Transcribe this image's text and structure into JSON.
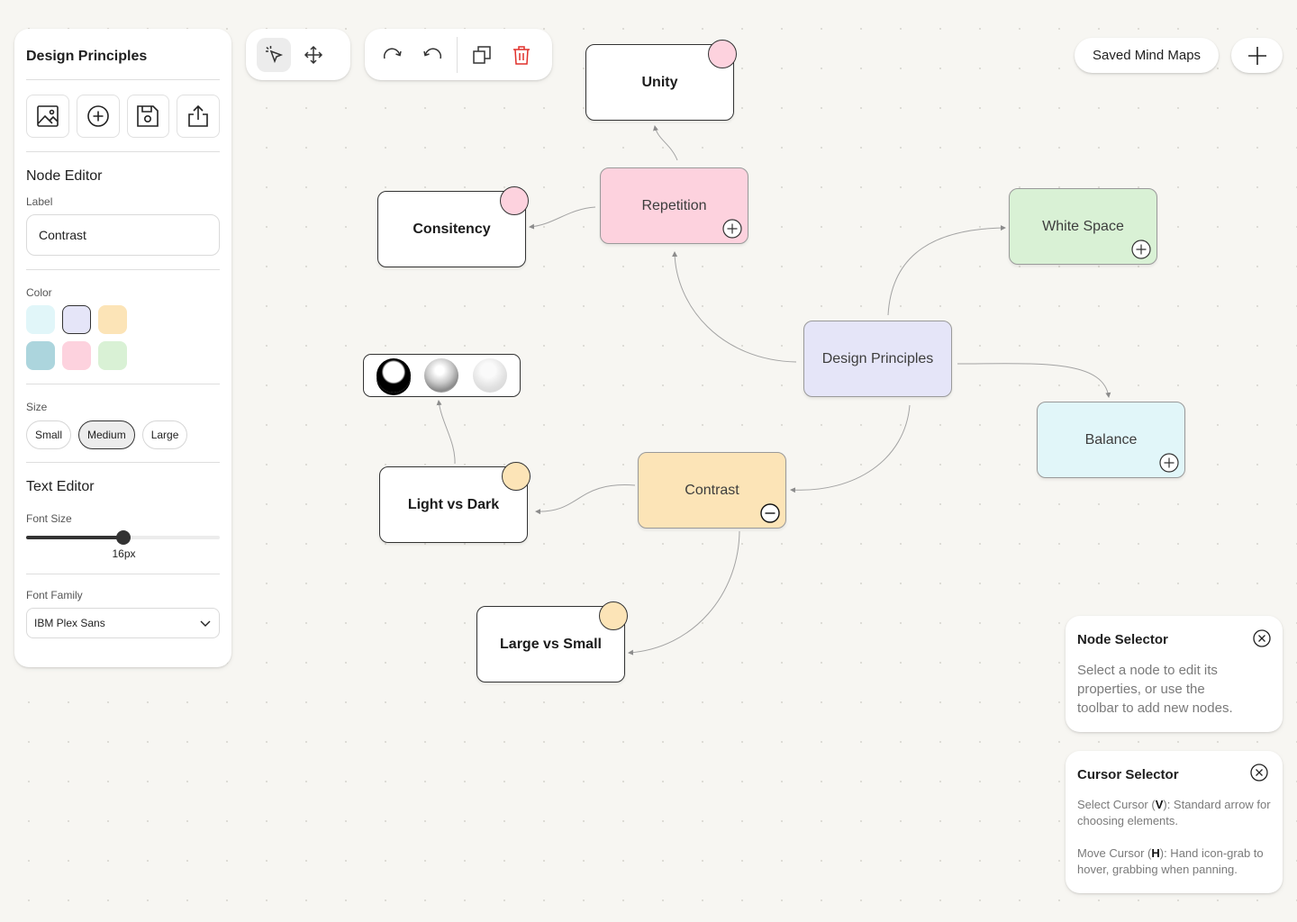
{
  "sidebar": {
    "title": "Design Principles",
    "tools": [
      {
        "name": "image-icon"
      },
      {
        "name": "add-node-icon"
      },
      {
        "name": "save-icon"
      },
      {
        "name": "share-icon"
      }
    ],
    "node_editor": {
      "heading": "Node Editor",
      "label_caption": "Label",
      "label_value": "Contrast",
      "color_caption": "Color",
      "colors": [
        "#e1f6f9",
        "#e5e5f8",
        "#fce4b7",
        "#acd5dd",
        "#fdd2de",
        "#d9f1d5"
      ],
      "selected_color": "#e5e5f8",
      "size_caption": "Size",
      "sizes": [
        "Small",
        "Medium",
        "Large"
      ],
      "selected_size": "Medium"
    },
    "text_editor": {
      "heading": "Text Editor",
      "font_size_caption": "Font Size",
      "font_size_value": "16px",
      "font_size_fraction": 0.5,
      "font_family_caption": "Font Family",
      "font_family_value": "IBM Plex Sans"
    }
  },
  "toolbar": {
    "cursor_tools": [
      "select-cursor-icon",
      "move-cursor-icon"
    ],
    "edit_tools": [
      "redo-icon",
      "undo-icon",
      "duplicate-icon",
      "delete-icon"
    ]
  },
  "header": {
    "saved_maps_label": "Saved Mind Maps"
  },
  "nodes": {
    "unity": {
      "label": "Unity",
      "dot": "#fdd2de"
    },
    "repetition": {
      "label": "Repetition",
      "color": "#fdd2de"
    },
    "consistency": {
      "label": "Consitency",
      "dot": "#fdd2de"
    },
    "white_space": {
      "label": "White Space",
      "color": "#d9f1d5"
    },
    "design_principles": {
      "label": "Design Principles",
      "color": "#e5e5f8"
    },
    "balance": {
      "label": "Balance",
      "color": "#e1f6f9"
    },
    "contrast": {
      "label": "Contrast",
      "color": "#fce4b7"
    },
    "light_vs_dark": {
      "label": "Light vs Dark",
      "dot": "#fce4b7"
    },
    "large_vs_small": {
      "label": "Large vs Small",
      "dot": "#fce4b7"
    }
  },
  "node_selector": {
    "title": "Node Selector",
    "text": "Select a node to edit its properties, or use the toolbar to add new nodes."
  },
  "cursor_selector": {
    "title": "Cursor Selector",
    "select_prefix": "Select Cursor (",
    "select_key": "V",
    "select_suffix": "): Standard arrow for choosing elements.",
    "move_prefix": "Move Cursor (",
    "move_key": "H",
    "move_suffix": "): Hand icon-grab to hover, grabbing when panning."
  }
}
